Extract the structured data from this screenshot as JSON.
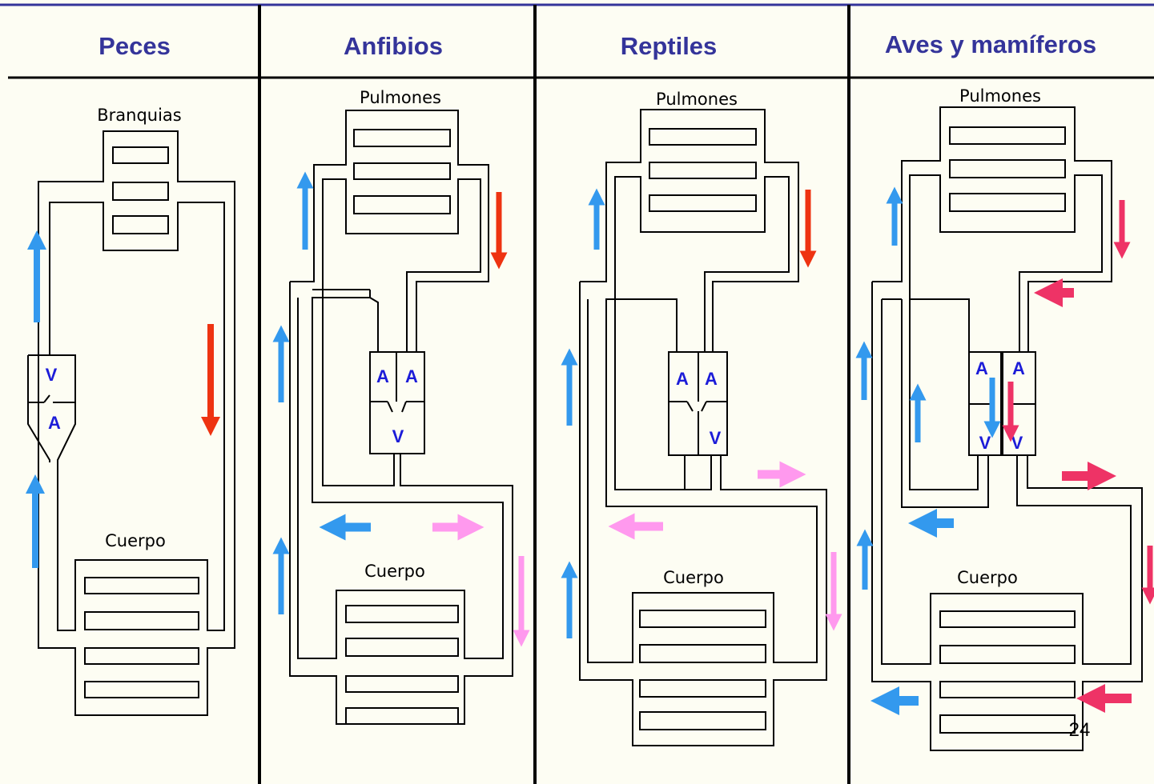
{
  "columns": [
    {
      "title": "Peces",
      "organ_label": "Branquias",
      "body_label": "Cuerpo",
      "chambers": [
        "V",
        "A"
      ]
    },
    {
      "title": "Anfibios",
      "organ_label": "Pulmones",
      "body_label": "Cuerpo",
      "chambers": [
        "A",
        "A",
        "V"
      ]
    },
    {
      "title": "Reptiles",
      "organ_label": "Pulmones",
      "body_label": "Cuerpo",
      "chambers": [
        "A",
        "A",
        "V"
      ]
    },
    {
      "title": "Aves y mamíferos",
      "organ_label": "Pulmones",
      "body_label": "Cuerpo",
      "chambers": [
        "A",
        "A",
        "V",
        "V"
      ]
    }
  ],
  "page_number": "24",
  "colors": {
    "background": "#fdfdf3",
    "title": "#34349a",
    "chamber_letter": "#1c1cd8",
    "deoxygenated": "#3399ee",
    "oxygenated": "#ee3311",
    "oxygenated_alt": "#ee3366",
    "mixed": "#ff99ee"
  }
}
